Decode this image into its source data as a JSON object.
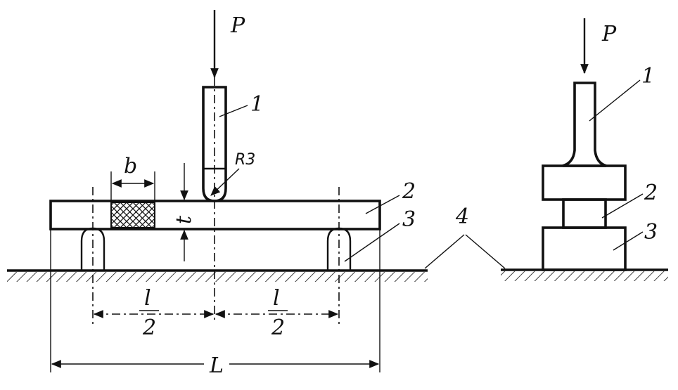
{
  "labels": {
    "force_left": "P",
    "force_right": "P",
    "part_1_left": "1",
    "part_2_left": "2",
    "part_3_left": "3",
    "part_4": "4",
    "part_1_right": "1",
    "part_2_right": "2",
    "part_3_right": "3",
    "radius": "R3",
    "width": "b",
    "thickness": "t",
    "half_span_left_num": "l",
    "half_span_left_den": "2",
    "half_span_right_num": "l",
    "half_span_right_den": "2",
    "length": "L"
  }
}
